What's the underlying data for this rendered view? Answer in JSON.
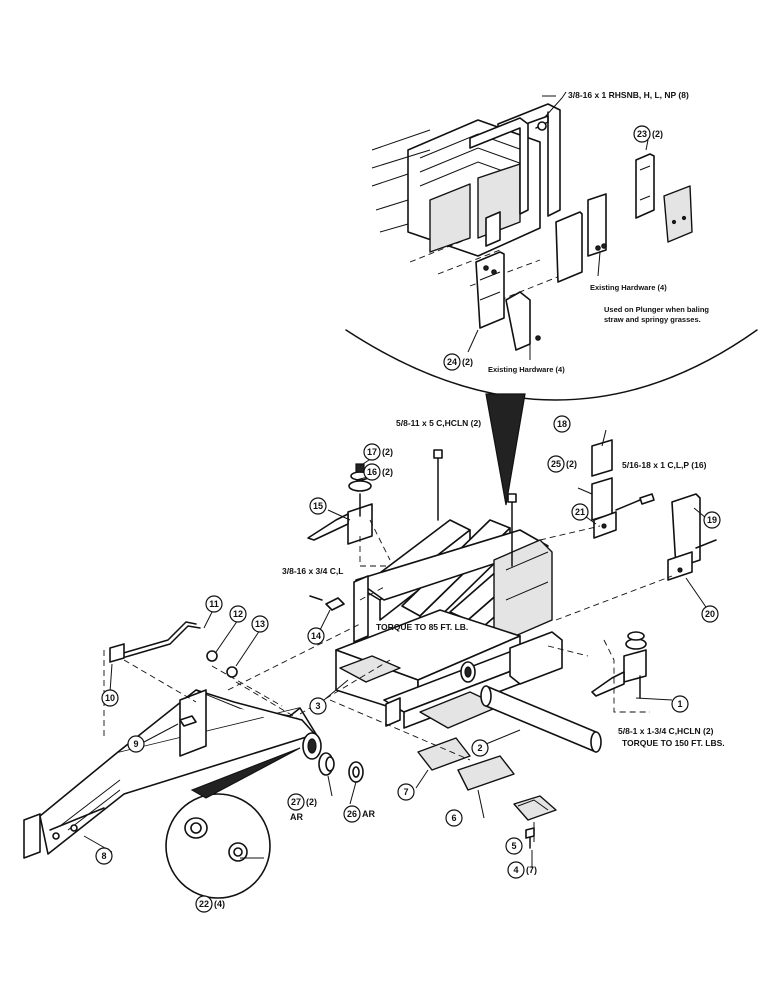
{
  "callouts": {
    "c1": {
      "num": "1",
      "qty": ""
    },
    "c2": {
      "num": "2",
      "qty": ""
    },
    "c3": {
      "num": "3",
      "qty": ""
    },
    "c4": {
      "num": "4",
      "qty": "(7)"
    },
    "c5": {
      "num": "5",
      "qty": ""
    },
    "c6": {
      "num": "6",
      "qty": ""
    },
    "c7": {
      "num": "7",
      "qty": ""
    },
    "c8": {
      "num": "8",
      "qty": ""
    },
    "c9": {
      "num": "9",
      "qty": ""
    },
    "c10": {
      "num": "10",
      "qty": ""
    },
    "c11": {
      "num": "11",
      "qty": ""
    },
    "c12": {
      "num": "12",
      "qty": ""
    },
    "c13": {
      "num": "13",
      "qty": ""
    },
    "c14": {
      "num": "14",
      "qty": ""
    },
    "c15": {
      "num": "15",
      "qty": ""
    },
    "c16": {
      "num": "16",
      "qty": "(2)"
    },
    "c17": {
      "num": "17",
      "qty": "(2)"
    },
    "c18": {
      "num": "18",
      "qty": ""
    },
    "c19": {
      "num": "19",
      "qty": ""
    },
    "c20": {
      "num": "20",
      "qty": ""
    },
    "c21": {
      "num": "21",
      "qty": ""
    },
    "c22": {
      "num": "22",
      "qty": "(4)"
    },
    "c23": {
      "num": "23",
      "qty": "(2)"
    },
    "c24": {
      "num": "24",
      "qty": "(2)"
    },
    "c25": {
      "num": "25",
      "qty": "(2)"
    },
    "c26": {
      "num": "26",
      "qty": "AR"
    },
    "c27": {
      "num": "27",
      "qty": "(2)"
    }
  },
  "labels": {
    "ar_27": "AR",
    "hardware_top": "3/8-16 x 1 RHSNB, H, L, NP (8)",
    "existing_hw_right": "Existing Hardware (4)",
    "plunger_note_1": "Used on Plunger when baling",
    "plunger_note_2": "straw and springy grasses.",
    "existing_hw_bottom": "Existing Hardware (4)",
    "bolt_5_8_11": "5/8-11 x 5 C,HCLN (2)",
    "bolt_5_16_18": "5/16-18 x 1 C,L,P (16)",
    "bolt_3_8_16": "3/8-16 x 3/4 C,L",
    "torque_85": "TORQUE TO 85 FT. LB.",
    "bolt_5_8_1": "5/8-1 x 1-3/4 C,HCLN (2)",
    "torque_150": "TORQUE TO 150 FT. LBS."
  },
  "colors": {
    "ink": "#111111",
    "paper": "#ffffff"
  }
}
